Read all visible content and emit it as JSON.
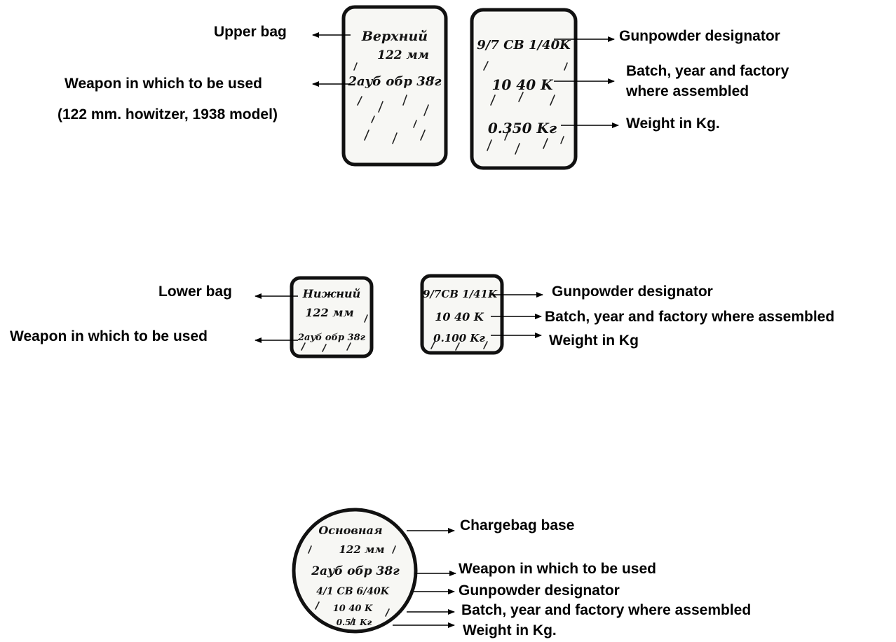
{
  "diagram": {
    "upper_bag": {
      "label": "Upper bag",
      "weapon_label": "Weapon in which to be used",
      "weapon_note": "(122 mm. howitzer, 1938 model)",
      "front_markings": [
        "Верхний",
        "122 мм",
        "2аyб обр 38г"
      ],
      "back_markings": [
        "9/7 CB 1/40K",
        "10 40 K",
        "0.350 Kг"
      ],
      "gunpowder_label": "Gunpowder designator",
      "batch_label_line1": "Batch, year and factory",
      "batch_label_line2": "where assembled",
      "weight_label": "Weight in Kg."
    },
    "lower_bag": {
      "label": "Lower bag",
      "weapon_label": "Weapon in which to be used",
      "front_markings": [
        "Нижний",
        "122 мм",
        "2аyб обр 38г"
      ],
      "back_markings": [
        "9/7CB 1/41K",
        "10 40 K",
        "0.100 Kг"
      ],
      "gunpowder_label": "Gunpowder designator",
      "batch_label": "Batch, year and factory where assembled",
      "weight_label": "Weight in Kg"
    },
    "base": {
      "markings": [
        "Основная",
        "122 мм",
        "2аyб обр 38г",
        "4/1 CB 6/40K",
        "10 40 K",
        "0.51 Kг"
      ],
      "chargebag_label": "Chargebag base",
      "weapon_label": "Weapon in which to be used",
      "gunpowder_label": "Gunpowder designator",
      "batch_label": "Batch, year and factory where assembled",
      "weight_label": "Weight in Kg."
    }
  }
}
